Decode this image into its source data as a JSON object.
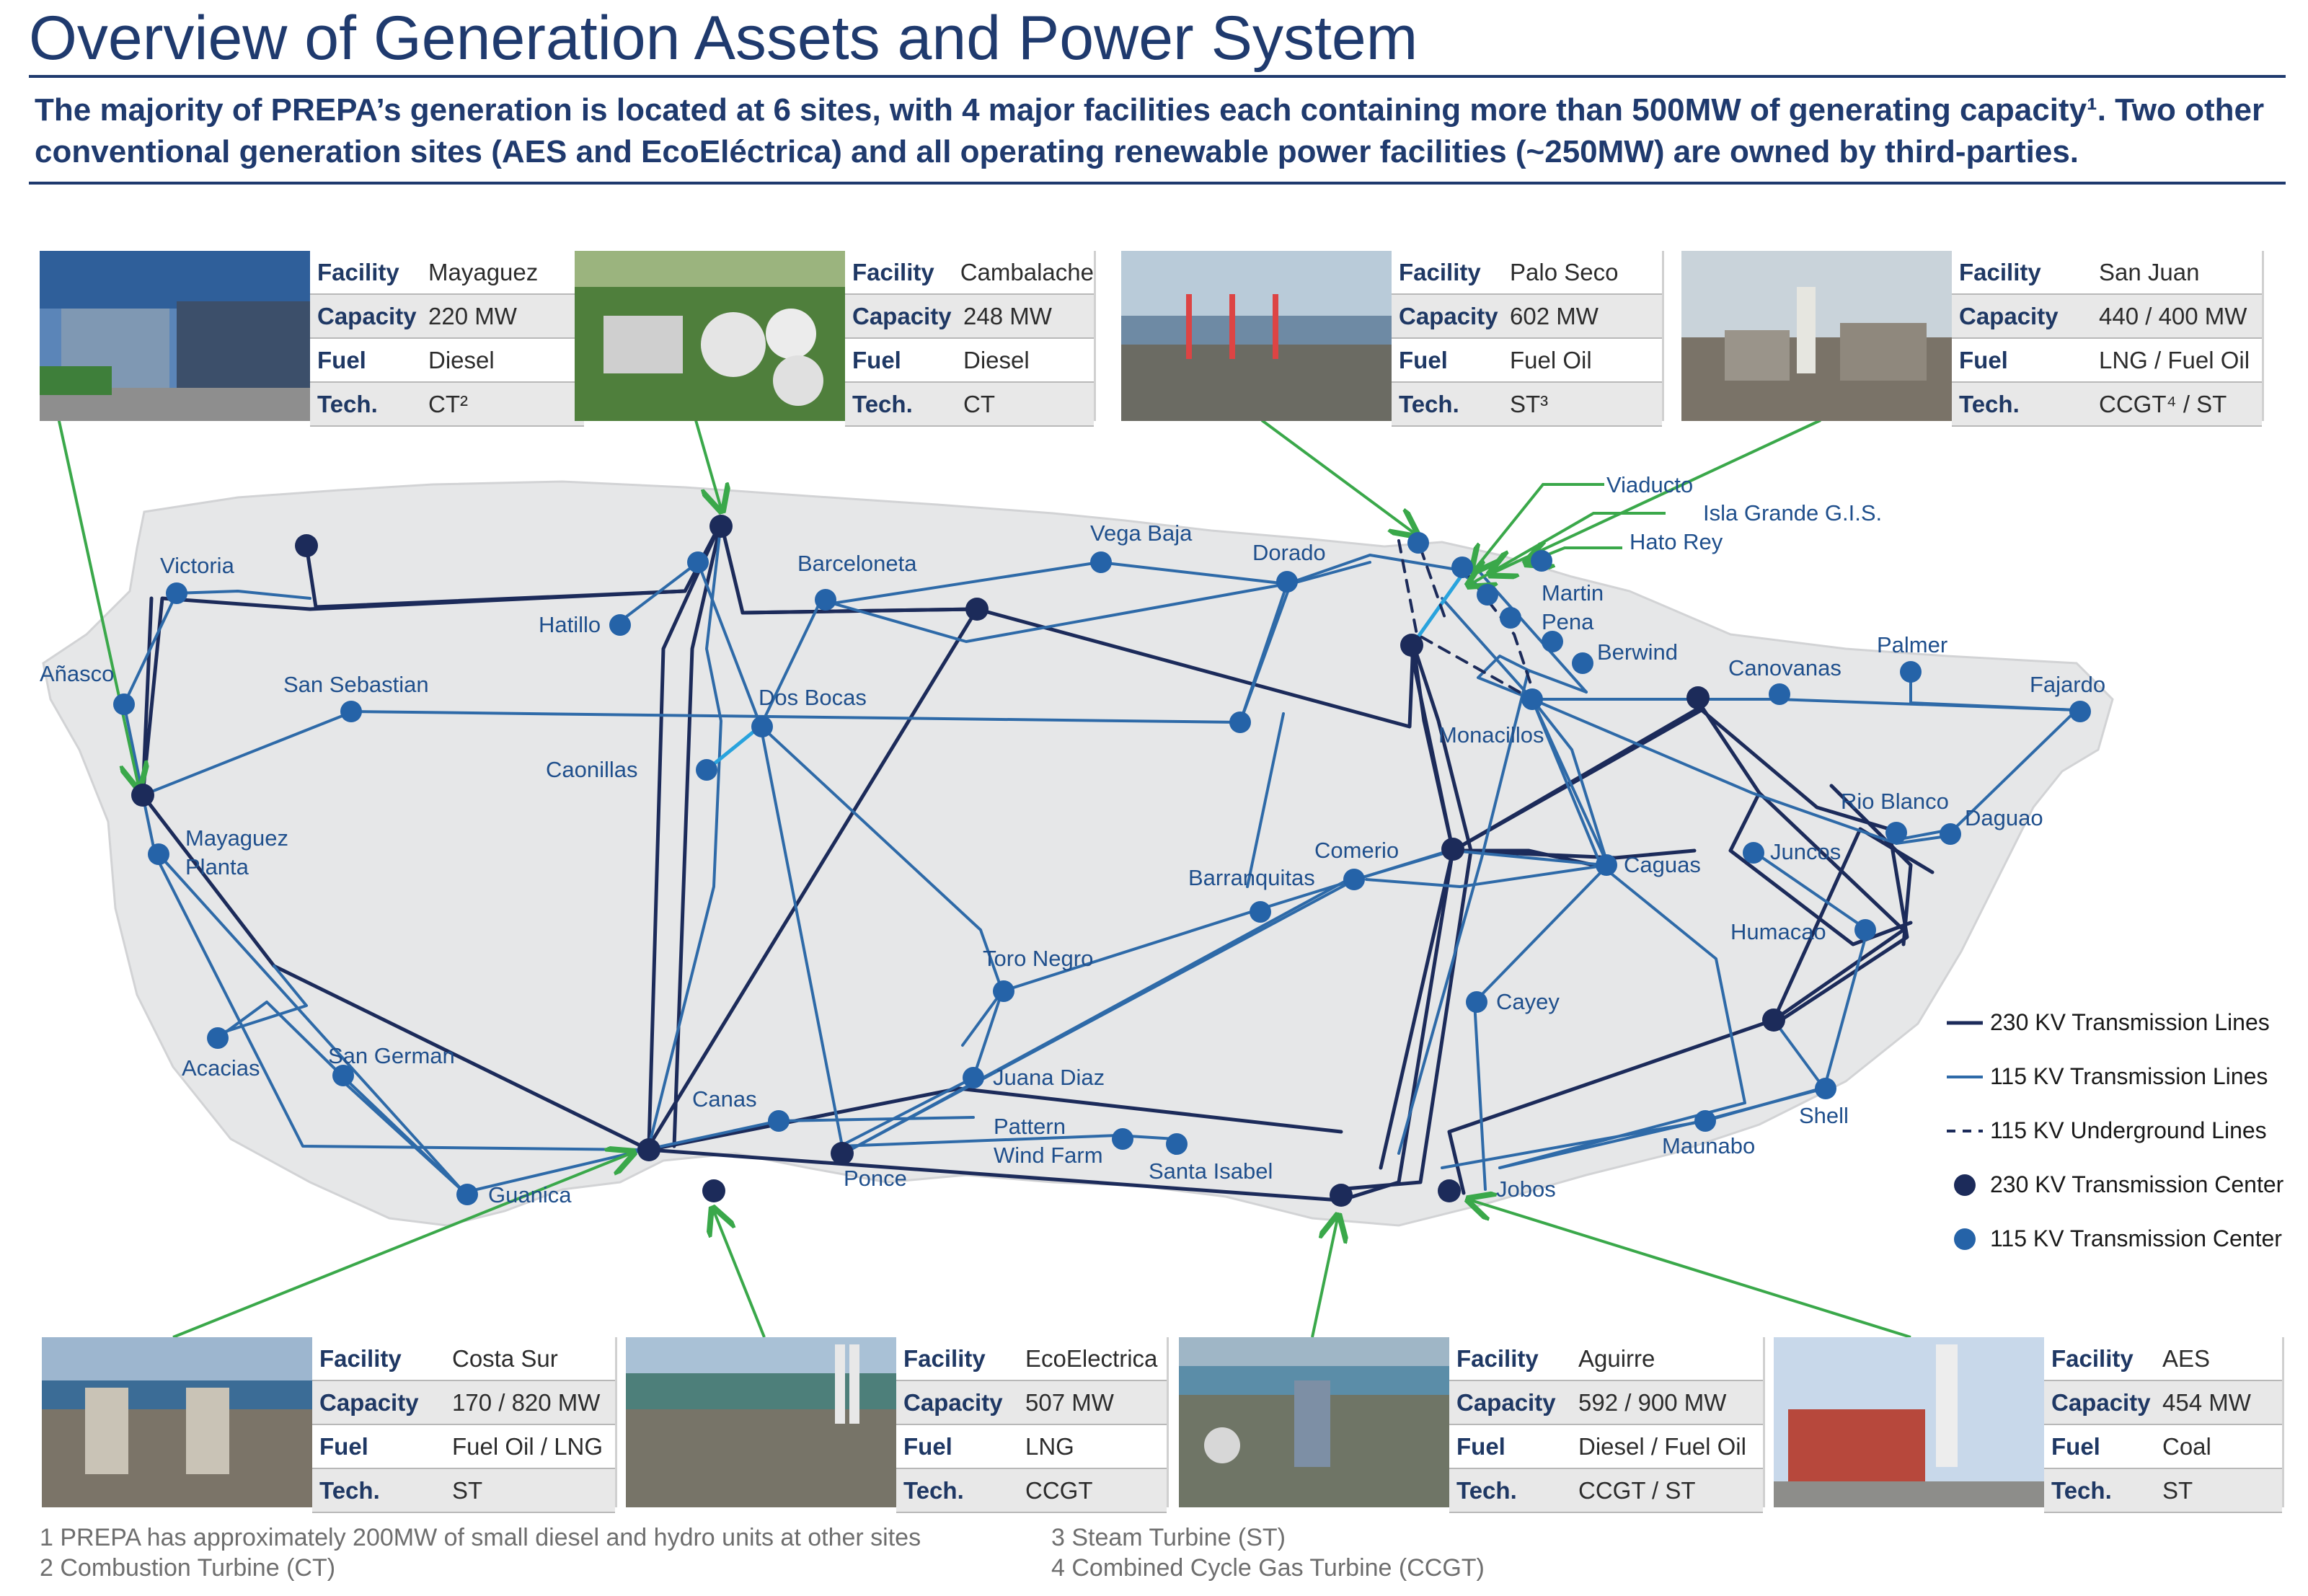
{
  "header": {
    "title": "Overview of Generation Assets and Power System",
    "subtitle": "The majority of PREPA’s generation is located at 6 sites, with 4 major facilities each containing more than 500MW of generating capacity¹. Two other conventional generation sites (AES and EcoEléctrica) and all operating renewable power facilities (~250MW) are owned by third-parties."
  },
  "field_labels": {
    "facility": "Facility",
    "capacity": "Capacity",
    "fuel": "Fuel",
    "tech": "Tech."
  },
  "facilities": [
    {
      "name": "Mayaguez",
      "capacity": "220 MW",
      "fuel": "Diesel",
      "tech": "CT²"
    },
    {
      "name": "Cambalache",
      "capacity": "248 MW",
      "fuel": "Diesel",
      "tech": "CT"
    },
    {
      "name": "Palo Seco",
      "capacity": "602 MW",
      "fuel": "Fuel Oil",
      "tech": "ST³"
    },
    {
      "name": "San Juan",
      "capacity": "440 / 400 MW",
      "fuel": "LNG / Fuel Oil",
      "tech": "CCGT⁴ / ST"
    },
    {
      "name": "Costa Sur",
      "capacity": "170 / 820 MW",
      "fuel": "Fuel Oil / LNG",
      "tech": "ST"
    },
    {
      "name": "EcoElectrica",
      "capacity": "507 MW",
      "fuel": "LNG",
      "tech": "CCGT"
    },
    {
      "name": "Aguirre",
      "capacity": "592 / 900 MW",
      "fuel": "Diesel / Fuel Oil",
      "tech": "CCGT / ST"
    },
    {
      "name": "AES",
      "capacity": "454 MW",
      "fuel": "Coal",
      "tech": "ST"
    }
  ],
  "map_labels": [
    "Victoria",
    "Añasco",
    "San Sebastian",
    "Mayaguez\nPlanta",
    "Acacias",
    "San German",
    "Guanica",
    "Hatillo",
    "Barceloneta",
    "Caonillas",
    "Dos Bocas",
    "Vega Baja",
    "Dorado",
    "Viaducto",
    "Isla Grande G.I.S.",
    "Hato Rey",
    "Martin\nPena",
    "Berwind",
    "Monacillos",
    "Canovanas",
    "Palmer",
    "Fajardo",
    "Rio Blanco",
    "Daguao",
    "Juncos",
    "Humacao",
    "Caguas",
    "Comerio",
    "Barranquitas",
    "Toro Negro",
    "Juana Diaz",
    "Canas",
    "Ponce",
    "Pattern\nWind Farm",
    "Santa Isabel",
    "Cayey",
    "Maunabo",
    "Shell",
    "Jobos"
  ],
  "legend": [
    {
      "label": "230 KV Transmission Lines",
      "symbol": "line-230"
    },
    {
      "label": "115 KV Transmission Lines",
      "symbol": "line-115"
    },
    {
      "label": "115 KV Underground Lines",
      "symbol": "line-underground"
    },
    {
      "label": "230 KV Transmission Center",
      "symbol": "dot-230"
    },
    {
      "label": "115 KV Transmission Center",
      "symbol": "dot-115"
    }
  ],
  "footnotes": [
    "1 PREPA has approximately 200MW of small diesel and hydro units at other sites",
    "2 Combustion Turbine (CT)",
    "3 Steam Turbine (ST)",
    "4 Combined Cycle Gas Turbine (CCGT)"
  ],
  "colors": {
    "title": "#1f3a6e",
    "line_230": "#1c2b5a",
    "line_115": "#2e6aa8",
    "dot_230": "#1c2b5a",
    "dot_115": "#2563a8",
    "arrow": "#3aa84a",
    "island": "#e6e7e8",
    "underground_link": "#29a3dd"
  }
}
